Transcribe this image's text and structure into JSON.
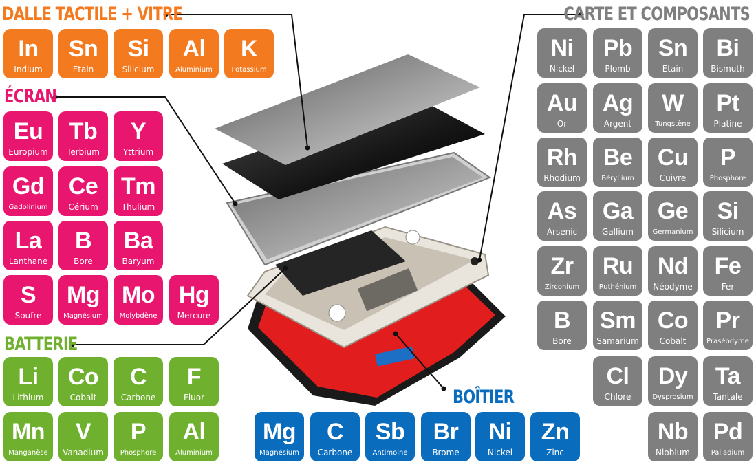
{
  "colors": {
    "touch": "#f47a20",
    "screen": "#e8166f",
    "battery": "#6fb12f",
    "case": "#0a6cbd",
    "board": "#7f7f7f"
  },
  "groups": {
    "touch": {
      "title": "DALLE TACTILE + VITRE",
      "elements": [
        {
          "symbol": "In",
          "name": "Indium"
        },
        {
          "symbol": "Sn",
          "name": "Etain"
        },
        {
          "symbol": "Si",
          "name": "Silicium"
        },
        {
          "symbol": "Al",
          "name": "Aluminium"
        },
        {
          "symbol": "K",
          "name": "Potassium"
        }
      ]
    },
    "screen": {
      "title": "ÉCRAN",
      "elements": [
        {
          "symbol": "Eu",
          "name": "Europium"
        },
        {
          "symbol": "Tb",
          "name": "Terbium"
        },
        {
          "symbol": "Y",
          "name": "Yttrium"
        },
        {
          "symbol": "Gd",
          "name": "Gadolinium"
        },
        {
          "symbol": "Ce",
          "name": "Cérium"
        },
        {
          "symbol": "Tm",
          "name": "Thulium"
        },
        {
          "symbol": "La",
          "name": "Lanthane"
        },
        {
          "symbol": "B",
          "name": "Bore"
        },
        {
          "symbol": "Ba",
          "name": "Baryum"
        },
        {
          "symbol": "S",
          "name": "Soufre"
        },
        {
          "symbol": "Mg",
          "name": "Magnésium"
        },
        {
          "symbol": "Mo",
          "name": "Molybdène"
        },
        {
          "symbol": "Hg",
          "name": "Mercure"
        }
      ]
    },
    "battery": {
      "title": "BATTERIE",
      "elements": [
        {
          "symbol": "Li",
          "name": "Lithium"
        },
        {
          "symbol": "Co",
          "name": "Cobalt"
        },
        {
          "symbol": "C",
          "name": "Carbone"
        },
        {
          "symbol": "F",
          "name": "Fluor"
        },
        {
          "symbol": "Mn",
          "name": "Manganèse"
        },
        {
          "symbol": "V",
          "name": "Vanadium"
        },
        {
          "symbol": "P",
          "name": "Phosphore"
        },
        {
          "symbol": "Al",
          "name": "Aluminium"
        }
      ]
    },
    "case": {
      "title": "BOÎTIER",
      "elements": [
        {
          "symbol": "Mg",
          "name": "Magnésium"
        },
        {
          "symbol": "C",
          "name": "Carbone"
        },
        {
          "symbol": "Sb",
          "name": "Antimoine"
        },
        {
          "symbol": "Br",
          "name": "Brome"
        },
        {
          "symbol": "Ni",
          "name": "Nickel"
        },
        {
          "symbol": "Zn",
          "name": "Zinc"
        }
      ]
    },
    "board": {
      "title": "CARTE ET COMPOSANTS",
      "elements": [
        {
          "symbol": "Ni",
          "name": "Nickel"
        },
        {
          "symbol": "Pb",
          "name": "Plomb"
        },
        {
          "symbol": "Sn",
          "name": "Etain"
        },
        {
          "symbol": "Bi",
          "name": "Bismuth"
        },
        {
          "symbol": "Au",
          "name": "Or"
        },
        {
          "symbol": "Ag",
          "name": "Argent"
        },
        {
          "symbol": "W",
          "name": "Tungstène"
        },
        {
          "symbol": "Pt",
          "name": "Platine"
        },
        {
          "symbol": "Rh",
          "name": "Rhodium"
        },
        {
          "symbol": "Be",
          "name": "Béryllium"
        },
        {
          "symbol": "Cu",
          "name": "Cuivre"
        },
        {
          "symbol": "P",
          "name": "Phosphore"
        },
        {
          "symbol": "As",
          "name": "Arsenic"
        },
        {
          "symbol": "Ga",
          "name": "Gallium"
        },
        {
          "symbol": "Ge",
          "name": "Germanium"
        },
        {
          "symbol": "Si",
          "name": "Silicium"
        },
        {
          "symbol": "Zr",
          "name": "Zirconium"
        },
        {
          "symbol": "Ru",
          "name": "Ruthénium"
        },
        {
          "symbol": "Nd",
          "name": "Néodyme"
        },
        {
          "symbol": "Fe",
          "name": "Fer"
        },
        {
          "symbol": "B",
          "name": "Bore"
        },
        {
          "symbol": "Sm",
          "name": "Samarium"
        },
        {
          "symbol": "Co",
          "name": "Cobalt"
        },
        {
          "symbol": "Pr",
          "name": "Praséodyme"
        },
        {
          "symbol": "Cl",
          "name": "Chlore"
        },
        {
          "symbol": "Dy",
          "name": "Dysprosium"
        },
        {
          "symbol": "Ta",
          "name": "Tantale"
        },
        {
          "symbol": "Nb",
          "name": "Niobium"
        },
        {
          "symbol": "Pd",
          "name": "Palladium"
        }
      ]
    }
  }
}
